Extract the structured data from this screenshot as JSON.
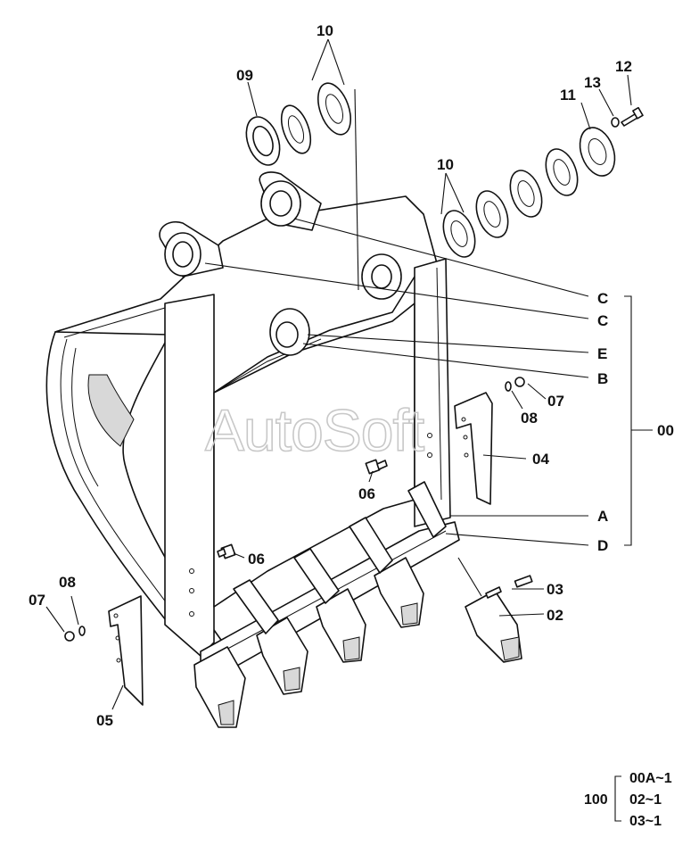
{
  "callouts": {
    "c10a": "10",
    "c09": "09",
    "c13": "13",
    "c12": "12",
    "c11": "11",
    "c10b": "10",
    "cC1": "C",
    "cC2": "C",
    "cE": "E",
    "cB": "B",
    "c07r": "07",
    "c08r": "08",
    "c00": "00",
    "c04": "04",
    "c06a": "06",
    "cA": "A",
    "cD": "D",
    "c06b": "06",
    "c08l": "08",
    "c07l": "07",
    "c03": "03",
    "c02": "02",
    "c05": "05"
  },
  "reference": {
    "main": "100",
    "items": [
      "00A~1",
      "02~1",
      "03~1"
    ]
  },
  "watermark": "AutoSoft"
}
